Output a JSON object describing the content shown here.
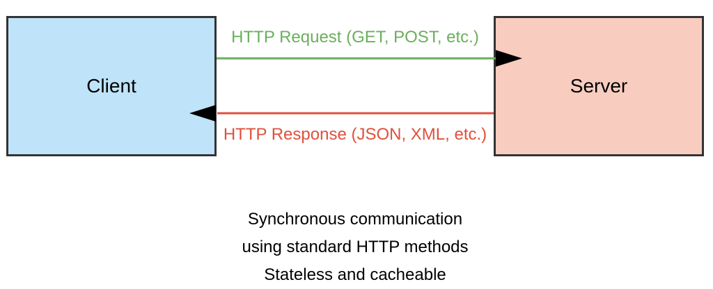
{
  "client": {
    "label": "Client"
  },
  "server": {
    "label": "Server"
  },
  "request": {
    "label": "HTTP Request (GET, POST, etc.)"
  },
  "response": {
    "label": "HTTP Response (JSON, XML, etc.)"
  },
  "notes": [
    "Synchronous communication",
    "using standard HTTP methods",
    "Stateless and cacheable"
  ],
  "colors": {
    "client_fill": "#bfe3f8",
    "server_fill": "#f8cdc0",
    "border": "#333333",
    "request": "#6aaf5c",
    "response": "#e0503c",
    "arrowhead": "#000000"
  }
}
